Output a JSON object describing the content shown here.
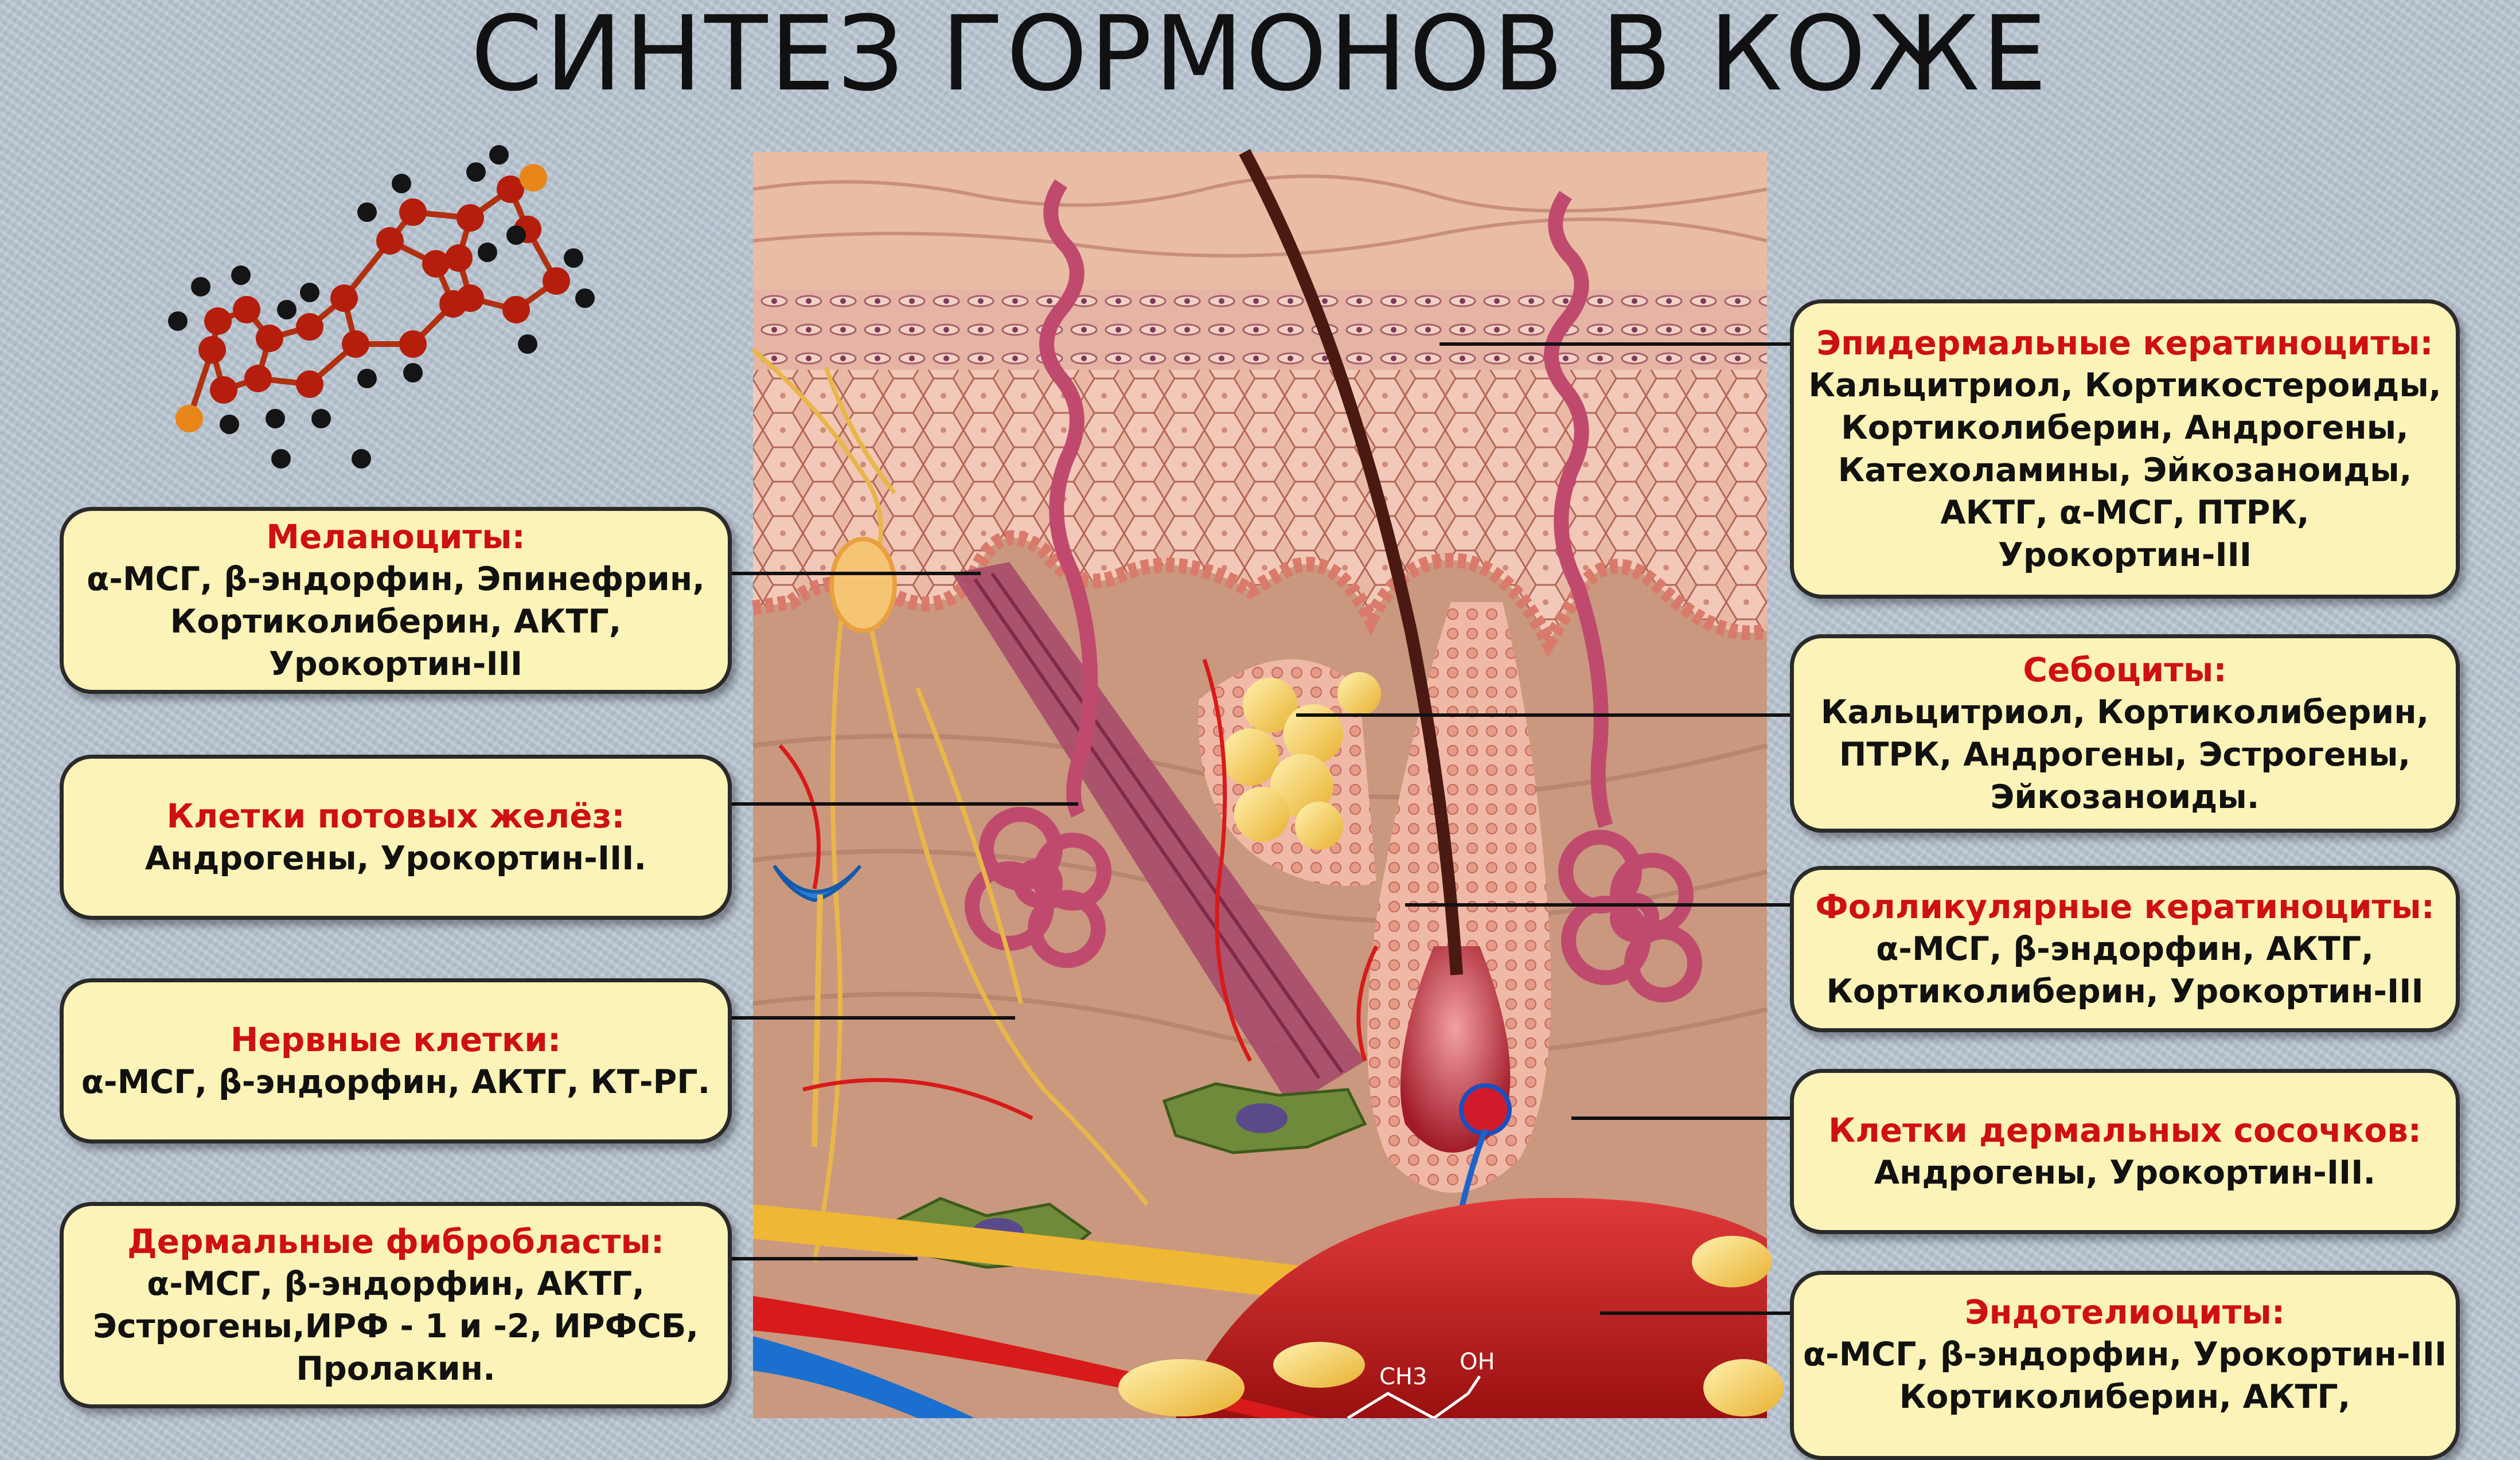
{
  "title": "СИНТЕЗ ГОРМОНОВ В КОЖЕ",
  "colors": {
    "heading": "#cf1010",
    "box_fill": "#fbf3b7",
    "background": "#b9c6d3"
  },
  "left_boxes": [
    {
      "heading": "Меланоциты:",
      "lines": [
        "α-МСГ, β-эндорфин, Эпинефрин,",
        "Кортиколиберин, АКТГ,",
        "Урокортин-III"
      ]
    },
    {
      "heading": "Клетки потовых желёз:",
      "lines": [
        "Андрогены, Урокортин-III."
      ]
    },
    {
      "heading": "Нервные клетки:",
      "lines": [
        "α-МСГ, β-эндорфин, АКТГ, КТ-РГ."
      ]
    },
    {
      "heading": "Дермальные фибробласты:",
      "lines": [
        "α-МСГ, β-эндорфин, АКТГ,",
        "Эстрогены,ИРФ - 1 и -2, ИРФСБ,",
        "Пролакин."
      ]
    }
  ],
  "right_boxes": [
    {
      "heading": "Эпидермальные кератиноциты:",
      "lines": [
        "Кальцитриол, Кортикостероиды,",
        "Кортиколиберин, Андрогены,",
        "Катехоламины, Эйкозаноиды,",
        "АКТГ, α-МСГ, ПТРК,",
        "Урокортин-III"
      ]
    },
    {
      "heading": "Себоциты:",
      "lines": [
        "Кальцитриол, Кортиколиберин,",
        "ПТРК, Андрогены, Эстрогены,",
        "Эйкозаноиды."
      ]
    },
    {
      "heading": "Фолликулярные кератиноциты:",
      "lines": [
        "α-МСГ, β-эндорфин, АКТГ,",
        "Кортиколиберин,  Урокортин-III"
      ]
    },
    {
      "heading": "Клетки дермальных сосочков:",
      "lines": [
        "Андрогены, Урокортин-III."
      ]
    },
    {
      "heading": "Эндотелиоциты:",
      "lines": [
        "α-МСГ, β-эндорфин, Урокортин-III",
        "Кортиколиберин, АКТГ,"
      ]
    }
  ],
  "chem_labels": {
    "ch3": "CH3",
    "oh": "OH"
  }
}
